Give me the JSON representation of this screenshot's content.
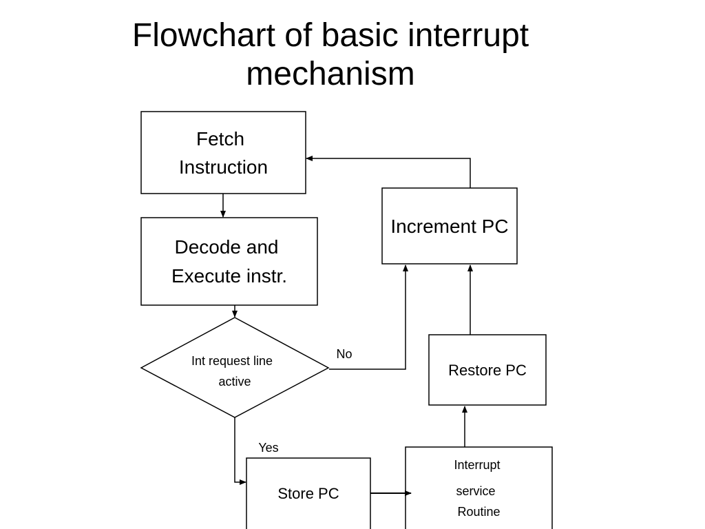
{
  "title": {
    "line1": "Flowchart of basic interrupt",
    "line2": "mechanism"
  },
  "nodes": {
    "fetch": {
      "line1": "Fetch",
      "line2": "Instruction"
    },
    "decode": {
      "line1": "Decode and",
      "line2": "Execute instr."
    },
    "decision": {
      "line1": "Int request line",
      "line2": "active"
    },
    "increment": {
      "line1": "Increment PC"
    },
    "restore": {
      "line1": "Restore PC"
    },
    "store": {
      "line1": "Store PC"
    },
    "isr": {
      "line1": "Interrupt",
      "line2": "service",
      "line3": "Routine"
    }
  },
  "edges": {
    "no_label": "No",
    "yes_label": "Yes"
  }
}
